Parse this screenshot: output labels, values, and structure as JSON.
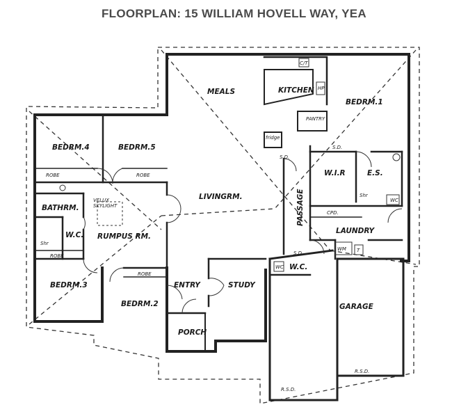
{
  "title": "FLOORPLAN: 15 WILLIAM HOVELL WAY, YEA",
  "rooms": {
    "meals": "MEALS",
    "kitchen": "KITCHEN",
    "pantry": "PANTRY",
    "fridge": "fridge",
    "bedroom1": "BEDRM.1",
    "bedroom2": "BEDRM.2",
    "bedroom3": "BEDRM.3",
    "bedroom4": "BEDRM.4",
    "bedroom5": "BEDRM.5",
    "robe_a": "ROBE",
    "robe_b": "ROBE",
    "robe_c": "ROBE",
    "robe_d": "ROBE",
    "bathroom": "BATHRM.",
    "shower": "Shr",
    "wc_bath": "W.C.",
    "rumpus": "RUMPUS RM.",
    "velux1": "VELUX",
    "velux2": "SKYLIGHT",
    "living": "LIVINGRM.",
    "passage": "PASSAGE",
    "wir": "W.I.R",
    "ensuite": "E.S.",
    "ensuite_shower": "Shr",
    "ensuite_wc": "WC",
    "cupboard": "CPD.",
    "laundry": "LAUNDRY",
    "wm": "WM",
    "trough": "T",
    "wc": "W.C.",
    "wc_small": "WC",
    "entry": "ENTRY",
    "study": "STUDY",
    "garage": "GARAGE",
    "porch": "PORCH",
    "sd1": "S.D.",
    "sd2": "S.D.",
    "sd3": "S.D.",
    "rsd1": "R.S.D.",
    "rsd2": "R.S.D.",
    "hp": "HP",
    "cooktop": "C/T"
  }
}
